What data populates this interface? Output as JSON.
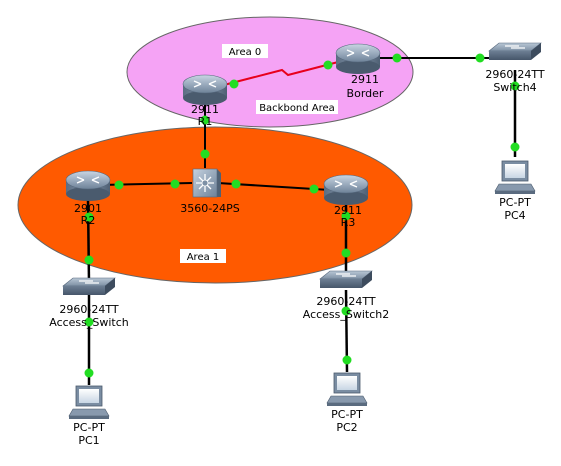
{
  "colors": {
    "backbone_area": "#f5a3f5",
    "area1": "#ff5a00",
    "link": "#000000",
    "serial_link": "#e8001c",
    "port_up": "#22dd22",
    "label_bg": "#ffffff"
  },
  "areas": {
    "backbone": {
      "name": "Area 0",
      "caption": "Backbond Area"
    },
    "area1": {
      "name": "Area 1"
    }
  },
  "devices": {
    "r1": {
      "model": "2911",
      "name": "R1",
      "icon": "router-icon"
    },
    "border": {
      "model": "2911",
      "name": "Border",
      "icon": "router-icon"
    },
    "switch4": {
      "model": "2960-24TT",
      "name": "Switch4",
      "icon": "switch-icon"
    },
    "pc4": {
      "model": "PC-PT",
      "name": "PC4",
      "icon": "pc-icon"
    },
    "r2": {
      "model": "2901",
      "name": "R2",
      "icon": "router-icon"
    },
    "l3switch": {
      "model": "3560-24PS",
      "name": "",
      "icon": "multilayer-switch-icon"
    },
    "r3": {
      "model": "2911",
      "name": "R3",
      "icon": "router-icon"
    },
    "access_switch": {
      "model": "2960-24TT",
      "name": "Access_Switch",
      "icon": "switch-icon"
    },
    "access_switch2": {
      "model": "2960-24TT",
      "name": "Access_Switch2",
      "icon": "switch-icon"
    },
    "pc1": {
      "model": "PC-PT",
      "name": "PC1",
      "icon": "pc-icon"
    },
    "pc2": {
      "model": "PC-PT",
      "name": "PC2",
      "icon": "pc-icon"
    }
  }
}
